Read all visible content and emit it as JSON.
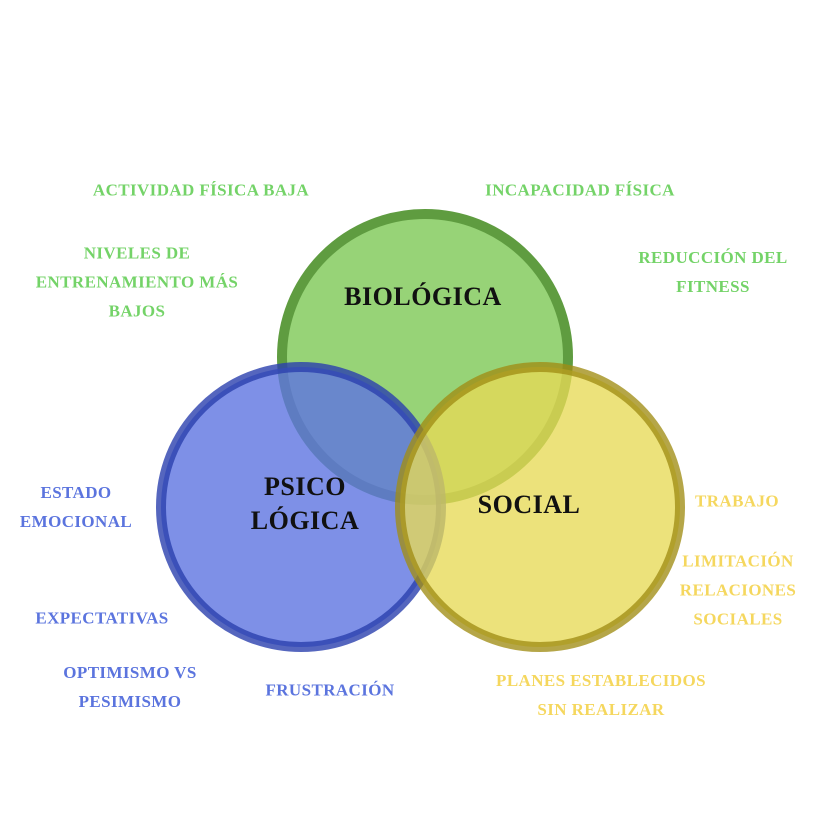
{
  "diagram": {
    "type": "venn",
    "background_color": "#ffffff",
    "circles": [
      {
        "id": "biologica",
        "label": "BIOLÓGICA",
        "fill": "#97d377",
        "stroke": "#5f9c40"
      },
      {
        "id": "psicologica",
        "label": "PSICO\nLÓGICA",
        "fill": "#5e74e1",
        "stroke": "#2a40ae"
      },
      {
        "id": "social",
        "label": "SOCIAL",
        "fill": "#e7da56",
        "stroke": "#a08d15"
      }
    ],
    "colors": {
      "biologica_text": "#74d368",
      "psicologica_text": "#5b74de",
      "social_text": "#f5d75e",
      "title_text": "#111111"
    },
    "labels": [
      {
        "id": "actividad-fisica-baja",
        "group": "biologica",
        "text": "ACTIVIDAD FÍSICA BAJA"
      },
      {
        "id": "incapacidad-fisica",
        "group": "biologica",
        "text": "INCAPACIDAD FÍSICA"
      },
      {
        "id": "niveles-entrenamiento",
        "group": "biologica",
        "text": "NIVELES DE\nENTRENAMIENTO MÁS\nBAJOS"
      },
      {
        "id": "reduccion-fitness",
        "group": "biologica",
        "text": "REDUCCIÓN DEL\nFITNESS"
      },
      {
        "id": "estado-emocional",
        "group": "psicologica",
        "text": "ESTADO\nEMOCIONAL"
      },
      {
        "id": "expectativas",
        "group": "psicologica",
        "text": "EXPECTATIVAS"
      },
      {
        "id": "optimismo-vs-pesimismo",
        "group": "psicologica",
        "text": "OPTIMISMO VS\nPESIMISMO"
      },
      {
        "id": "frustracion",
        "group": "psicologica",
        "text": "FRUSTRACIÓN"
      },
      {
        "id": "trabajo",
        "group": "social",
        "text": "TRABAJO"
      },
      {
        "id": "limitacion-relaciones",
        "group": "social",
        "text": "LIMITACIÓN\nRELACIONES\nSOCIALES"
      },
      {
        "id": "planes-establecidos",
        "group": "social",
        "text": "PLANES ESTABLECIDOS\nSIN REALIZAR"
      }
    ]
  }
}
